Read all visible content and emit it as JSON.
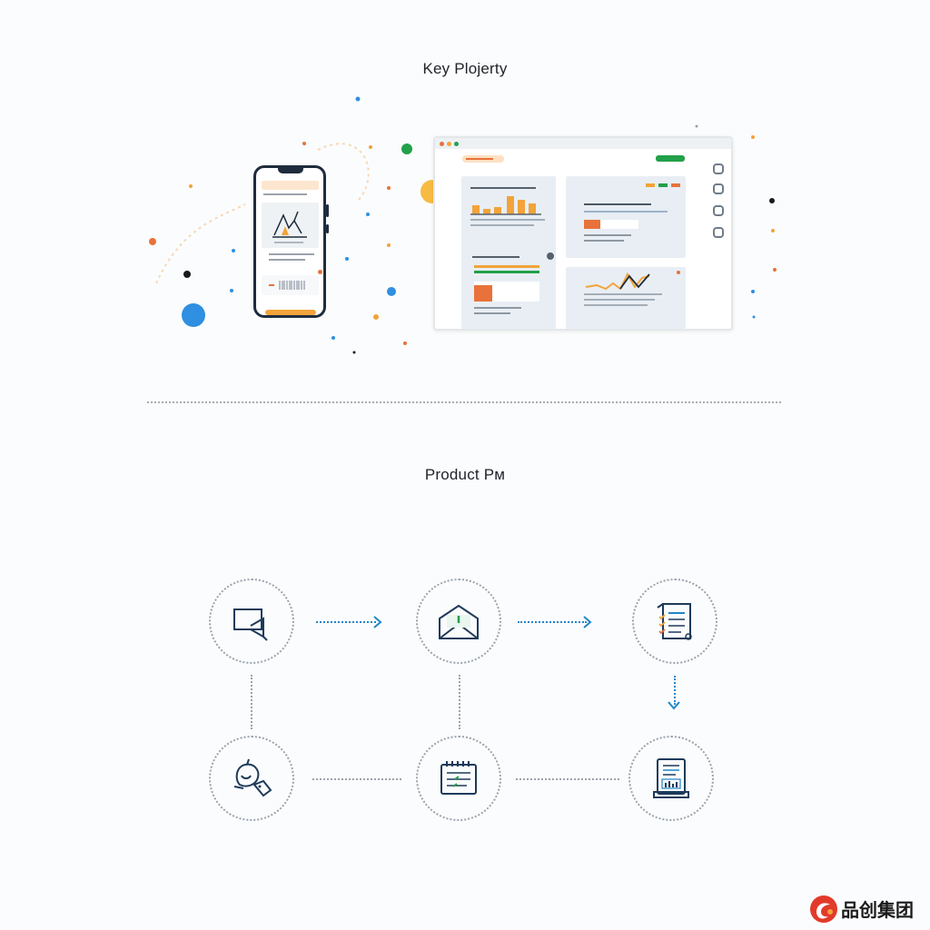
{
  "headings": {
    "top": "Key Plojerty",
    "bottom": "Product Pм"
  },
  "colors": {
    "blue": "#1f86c7",
    "orange": "#e8723a",
    "amber": "#f2a33a",
    "green": "#23a04a",
    "navy": "#1e3a5a",
    "line": "#9aa4ae"
  },
  "phone": {
    "icons": [
      "chart-icon",
      "barcode-icon"
    ]
  },
  "browser": {
    "panels": [
      "bar-chart-panel",
      "summary-panel",
      "progress-panel",
      "line-chart-panel"
    ],
    "side_icons": [
      "gauge-icon",
      "chart-up-icon",
      "image-icon",
      "tray-icon"
    ]
  },
  "flow": {
    "nodes": [
      {
        "name": "presentation-icon"
      },
      {
        "name": "envelope-icon"
      },
      {
        "name": "checklist-document-icon"
      },
      {
        "name": "analytics-report-icon"
      },
      {
        "name": "planner-document-icon"
      },
      {
        "name": "chat-tag-icon"
      }
    ]
  },
  "logo": {
    "text": "品创集团"
  }
}
